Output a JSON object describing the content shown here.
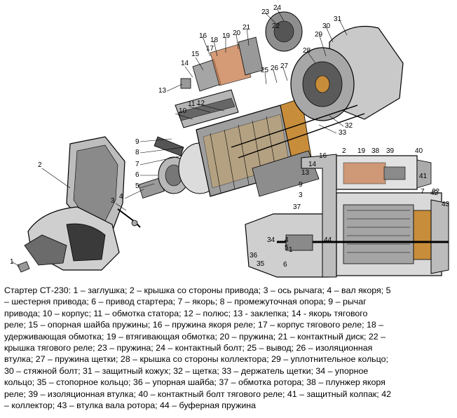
{
  "caption": {
    "lines": [
      "Стартер СТ-230: 1 – заглушка; 2 – крышка со стороны привода; 3 – ось рычага; 4 – вал якоря; 5",
      "– шестерня привода; 6 – привод стартера; 7 – якорь; 8 – промежуточная опора; 9 – рычаг",
      "привода; 10 – корпус; 11 – обмотка статора; 12 – полюс; 13 - заклепка; 14 - якорь тягового",
      "реле; 15 – опорная шайба пружины; 16 – пружина якоря реле; 17 – корпус тягового реле; 18 –",
      "удерживающая обмотка; 19 – втягивающая обмотка; 20 – пружина; 21 – контактный диск; 22 –",
      "крышка тягового реле; 23 – пружина; 24 – контактный болт; 25 – вывод; 26 – изоляционная",
      "втулка; 27 – пружина щетки; 28 – крышка со стороны коллектора; 29 – уплотнительное кольцо;",
      "30 – стяжной болт; 31 – защитный кожух; 32 – щетка; 33 – держатель щетки; 34 – упорное",
      "кольцо; 35 – стопорное кольцо; 36 – упорная шайба; 37 – обмотка ротора; 38 – плунжер якоря",
      "реле; 39 – изоляционная втулка; 40 – контактный болт тягового реле; 41 – защитный колпак; 42",
      "– коллектор; 43 – втулка вала ротора; 44 – буферная пружина"
    ]
  },
  "exploded_labels": [
    "1",
    "2",
    "3",
    "4",
    "5",
    "6",
    "7",
    "8",
    "9",
    "10",
    "11",
    "12",
    "13",
    "14",
    "15",
    "16",
    "17",
    "18",
    "19",
    "20",
    "21",
    "22",
    "23",
    "24",
    "25",
    "26",
    "27",
    "28",
    "29",
    "30",
    "31",
    "32",
    "33"
  ],
  "section_labels": [
    "1",
    "2",
    "3",
    "4",
    "5",
    "6",
    "7",
    "9",
    "13",
    "14",
    "16",
    "19",
    "32",
    "34",
    "35",
    "36",
    "37",
    "38",
    "39",
    "40",
    "41",
    "42",
    "43",
    "44"
  ]
}
